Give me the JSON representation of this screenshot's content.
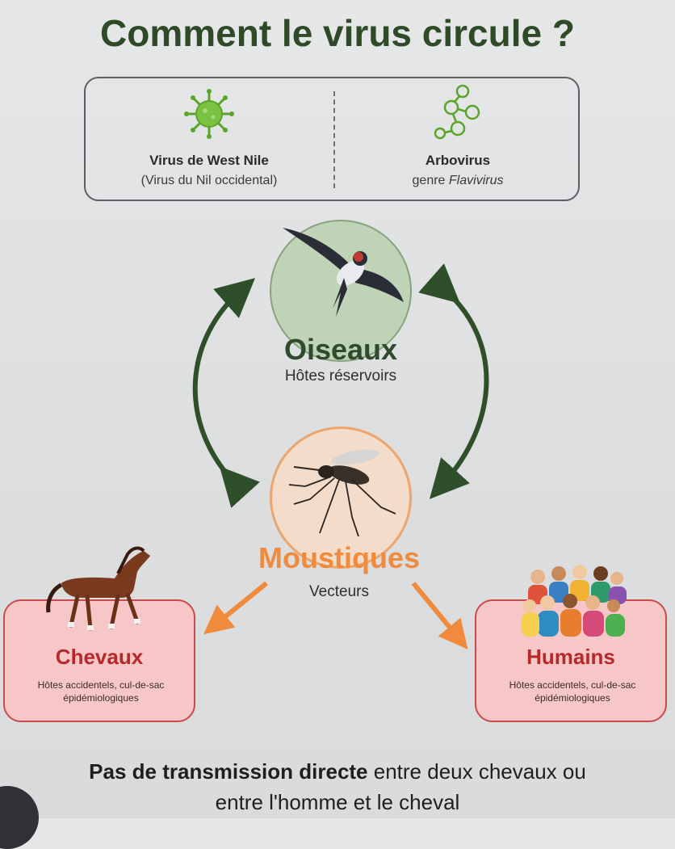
{
  "title": "Comment le virus circule ?",
  "info": {
    "left": {
      "icon": "virus-icon",
      "title": "Virus de West Nile",
      "subtitle": "(Virus du Nil occidental)"
    },
    "right": {
      "icon": "molecule-icon",
      "title": "Arbovirus",
      "subtitle_prefix": "genre ",
      "subtitle_italic": "Flavivirus"
    }
  },
  "reservoir": {
    "icon": "swallow-icon",
    "title": "Oiseaux",
    "subtitle": "Hôtes réservoirs"
  },
  "vector": {
    "icon": "mosquito-icon",
    "title": "Moustiques",
    "subtitle": "Vecteurs"
  },
  "hosts": [
    {
      "icon": "horse-icon",
      "title": "Chevaux",
      "subtitle": "Hôtes accidentels, cul-de-sac épidémiologiques"
    },
    {
      "icon": "people-icon",
      "title": "Humains",
      "subtitle": "Hôtes accidentels, cul-de-sac épidémiologiques"
    }
  ],
  "footer": {
    "bold": "Pas de transmission directe",
    "rest_line1": " entre deux chevaux ou",
    "line2": "entre l'homme et le cheval"
  },
  "colors": {
    "title": "#2f4a27",
    "cycle_arrow": "#2f4f2a",
    "vector_arrow": "#f08a3c",
    "host_fill": "#f6c7c6",
    "host_border": "#c94a4a",
    "host_title": "#b7282a"
  }
}
